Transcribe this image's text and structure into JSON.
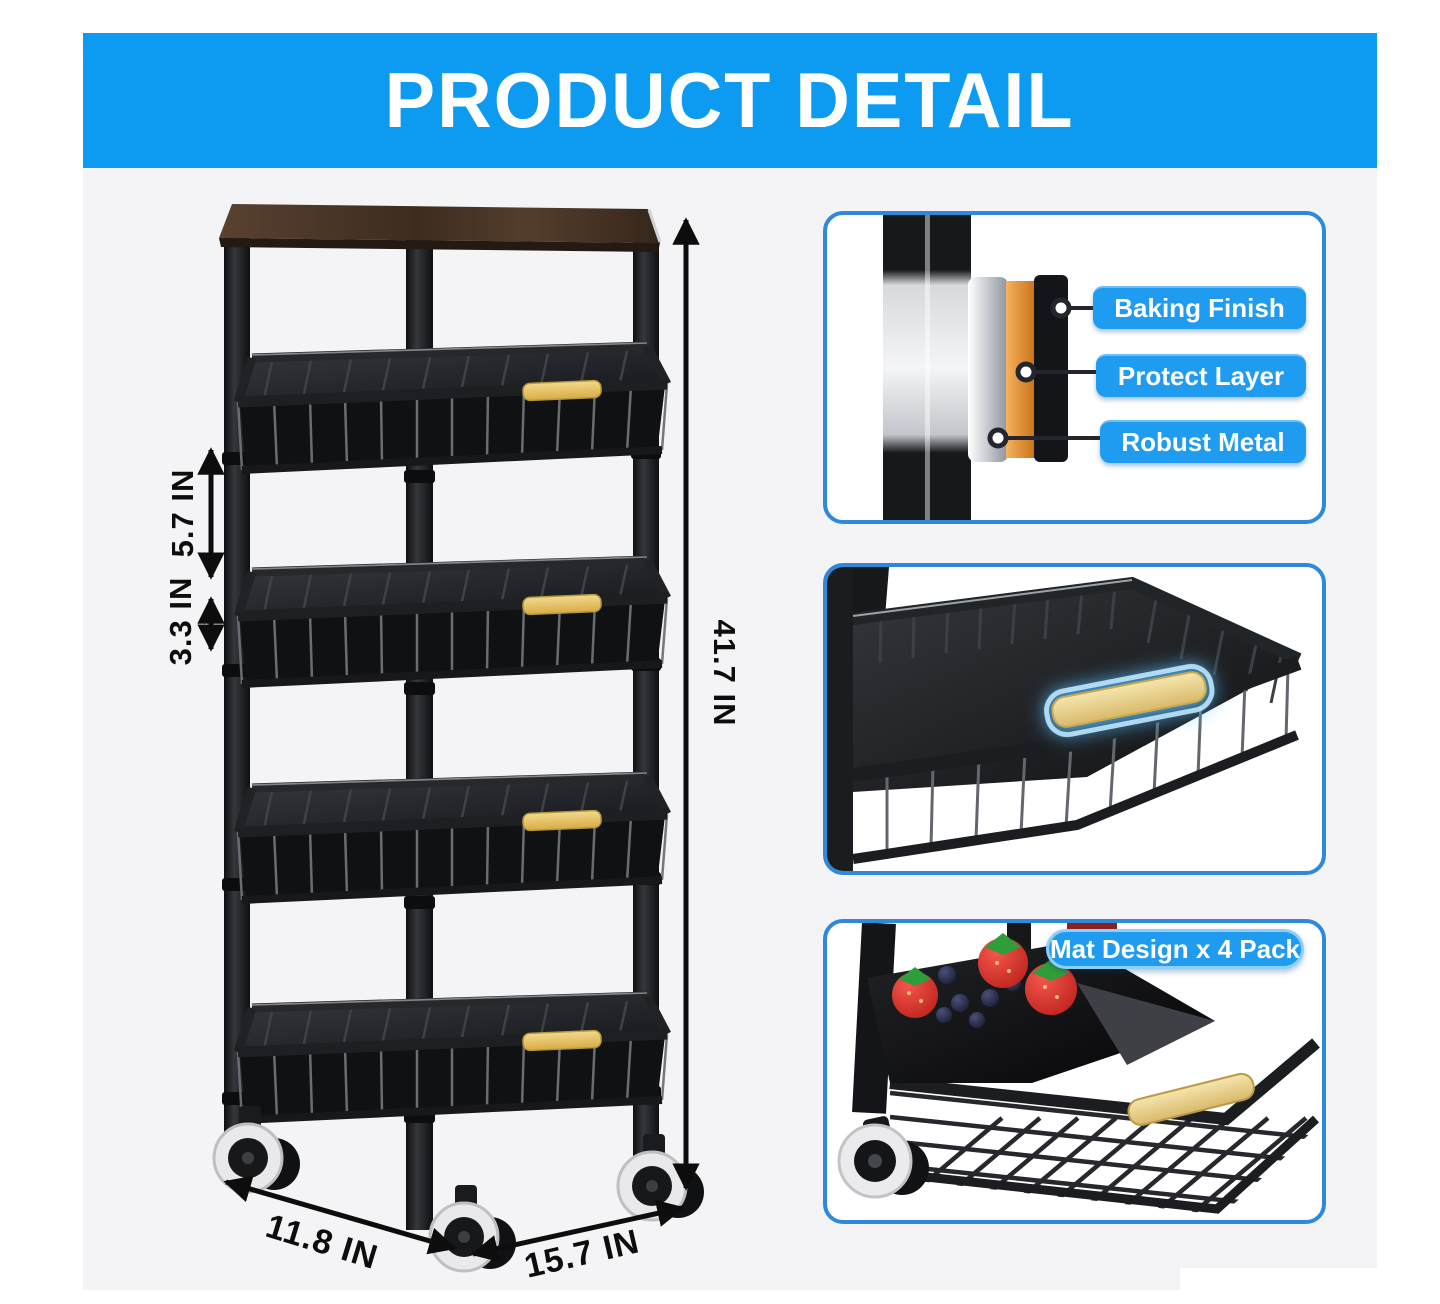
{
  "banner": {
    "title": "PRODUCT DETAIL"
  },
  "measurements": {
    "basket_height": "5.7 IN",
    "gap_height": "3.3 IN",
    "total_height": "41.7 IN",
    "depth": "11.8 IN",
    "width": "15.7 IN"
  },
  "material_callouts": [
    {
      "label": "Baking Finish"
    },
    {
      "label": "Protect Layer"
    },
    {
      "label": "Robust Metal"
    }
  ],
  "feature_badges": {
    "mat": "Mat Design x 4 Pack"
  },
  "colors": {
    "banner_blue": "#0d9bf2",
    "panel_border_blue": "#2e89dc",
    "badge_blue": "#1f9bf0",
    "background_gray": "#f4f4f6",
    "wood_top_brown": "#46342a",
    "handle_wood": "#e9c860",
    "metal_black": "#1a1b1e",
    "protect_layer_orange": "#e08a2f",
    "dimension_text": "#0d0d0d"
  }
}
